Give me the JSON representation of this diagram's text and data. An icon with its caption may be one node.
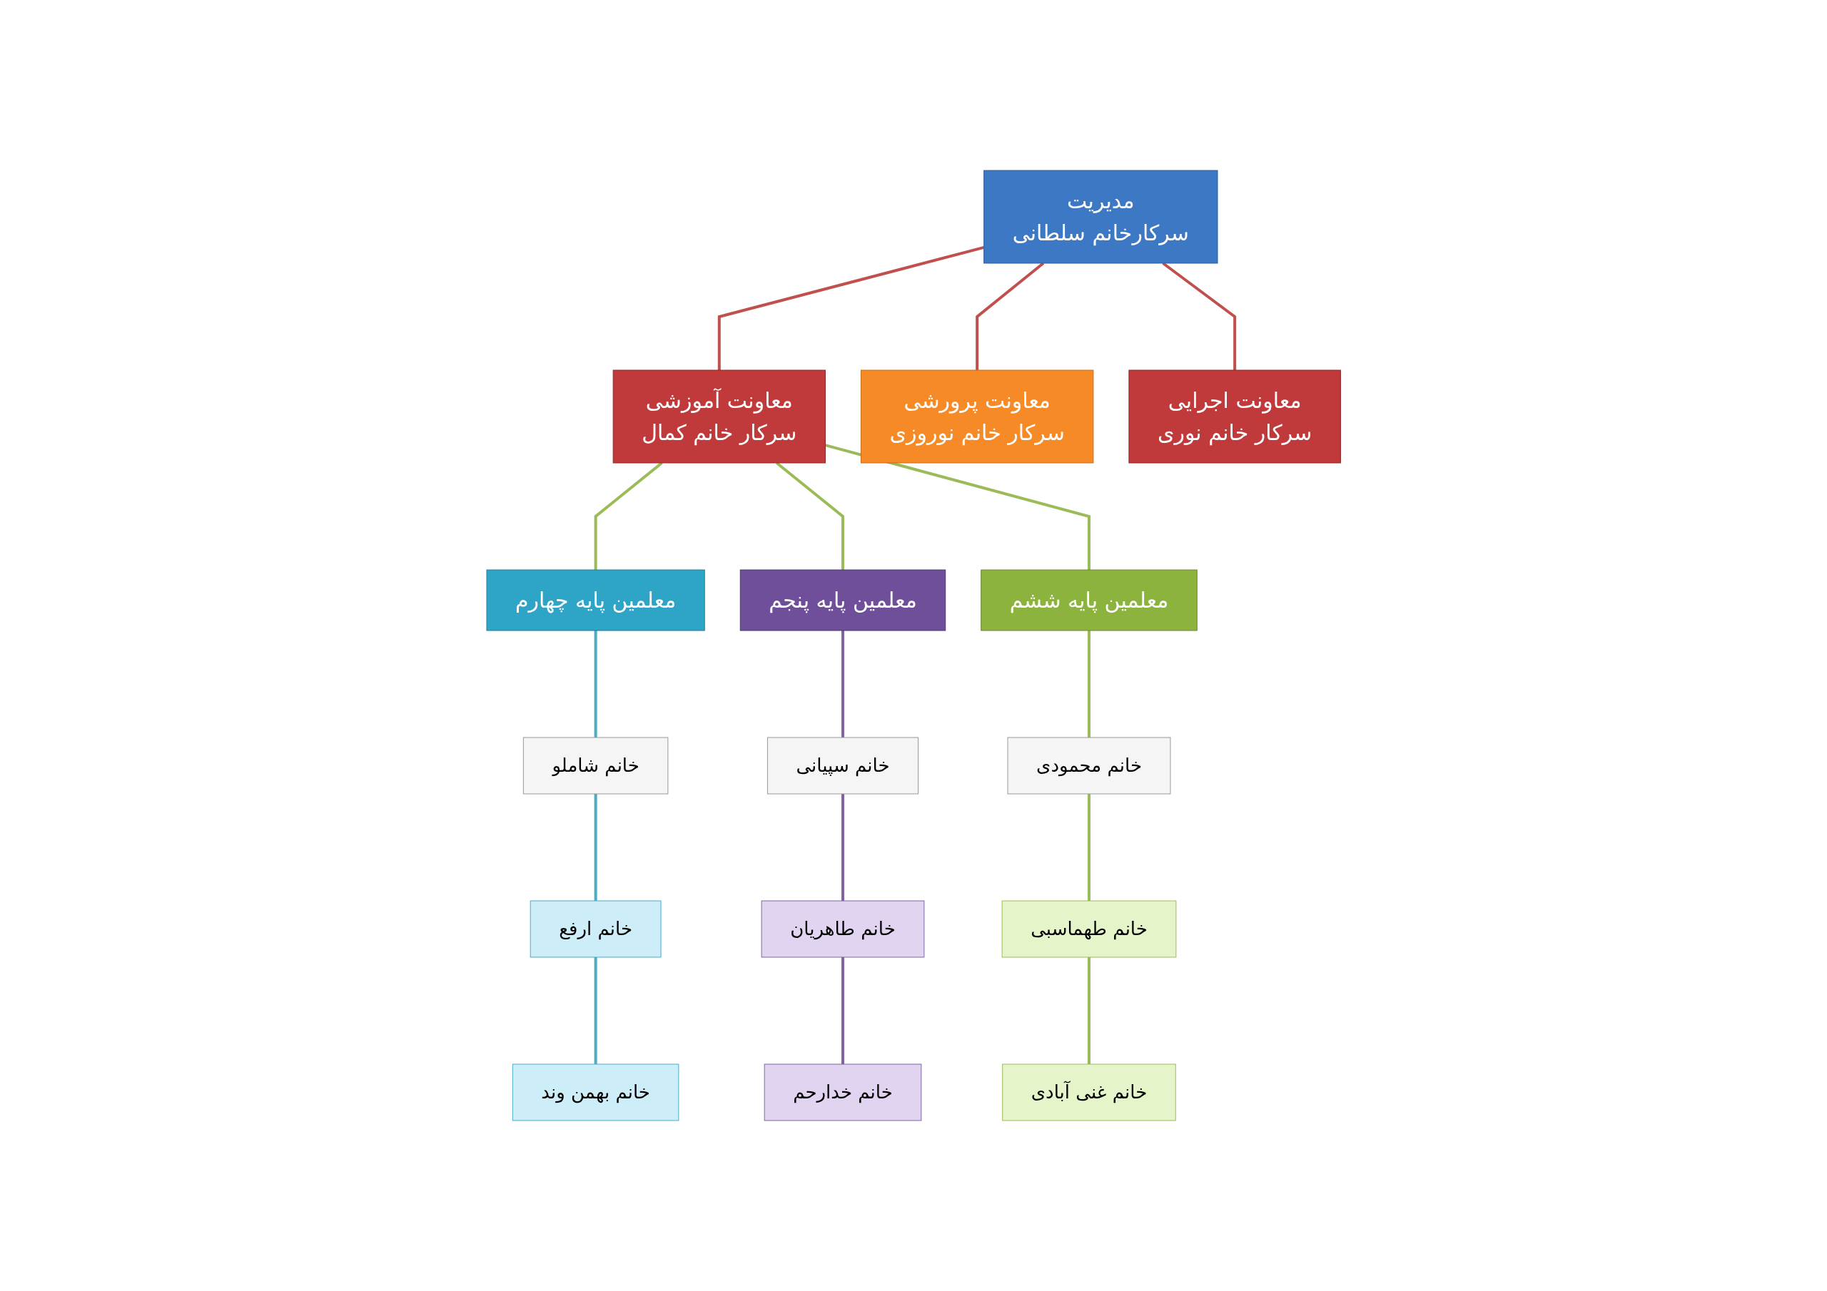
{
  "diagram": {
    "nodes": [
      {
        "text": [
          "مدیریت",
          "سرکارخانم سلطانی"
        ]
      },
      {
        "text": [
          "معاونت اجرایی",
          "سرکار خانم نوری"
        ]
      },
      {
        "text": [
          "معاونت پرورشی",
          "سرکار خانم نوروزی"
        ]
      },
      {
        "text": [
          "معاونت آموزشی",
          "سرکار خانم کمال"
        ]
      },
      {
        "text": [
          "معلمین پایه چهارم"
        ]
      },
      {
        "text": [
          "معلمین پایه پنجم"
        ]
      },
      {
        "text": [
          "معلمین پایه ششم"
        ]
      },
      {
        "text": [
          "خانم شاملو"
        ]
      },
      {
        "text": [
          "خانم ارفع"
        ]
      },
      {
        "text": [
          "خانم بهمن وند"
        ]
      },
      {
        "text": [
          "خانم سپیانی"
        ]
      },
      {
        "text": [
          "خانم طاهریان"
        ]
      },
      {
        "text": [
          "خانم خدارحم"
        ]
      },
      {
        "text": [
          "خانم محمودی"
        ]
      },
      {
        "text": [
          "خانم طهماسبی"
        ]
      },
      {
        "text": [
          "خانم غنی آبادی"
        ]
      }
    ],
    "edges": [
      {
        "from": 0,
        "to": 1,
        "arrow": "none",
        "color": "#c0504d"
      },
      {
        "from": 0,
        "to": 2,
        "arrow": "none",
        "color": "#c0504d"
      },
      {
        "from": 0,
        "to": 3,
        "arrow": "none",
        "color": "#c0504d"
      },
      {
        "from": 3,
        "to": 4,
        "arrow": "none",
        "color": "#9bbb59"
      },
      {
        "from": 3,
        "to": 5,
        "arrow": "none",
        "color": "#9bbb59"
      },
      {
        "from": 3,
        "to": 6,
        "arrow": "none",
        "color": "#9bbb59"
      },
      {
        "from": 4,
        "to": 7,
        "arrow": "none",
        "color": "#4bacc6"
      },
      {
        "from": 7,
        "to": 8,
        "arrow": "none",
        "color": "#4bacc6"
      },
      {
        "from": 8,
        "to": 9,
        "arrow": "none",
        "color": "#4bacc6"
      },
      {
        "from": 5,
        "to": 10,
        "arrow": "none",
        "color": "#8064a2"
      },
      {
        "from": 10,
        "to": 11,
        "arrow": "none",
        "color": "#8064a2"
      },
      {
        "from": 11,
        "to": 12,
        "arrow": "none",
        "color": "#8064a2"
      },
      {
        "from": 6,
        "to": 13,
        "arrow": "none",
        "color": "#9bbb59"
      },
      {
        "from": 13,
        "to": 14,
        "arrow": "none",
        "color": "#9bbb59"
      },
      {
        "from": 14,
        "to": 15,
        "arrow": "none",
        "color": "#9bbb59"
      }
    ]
  }
}
